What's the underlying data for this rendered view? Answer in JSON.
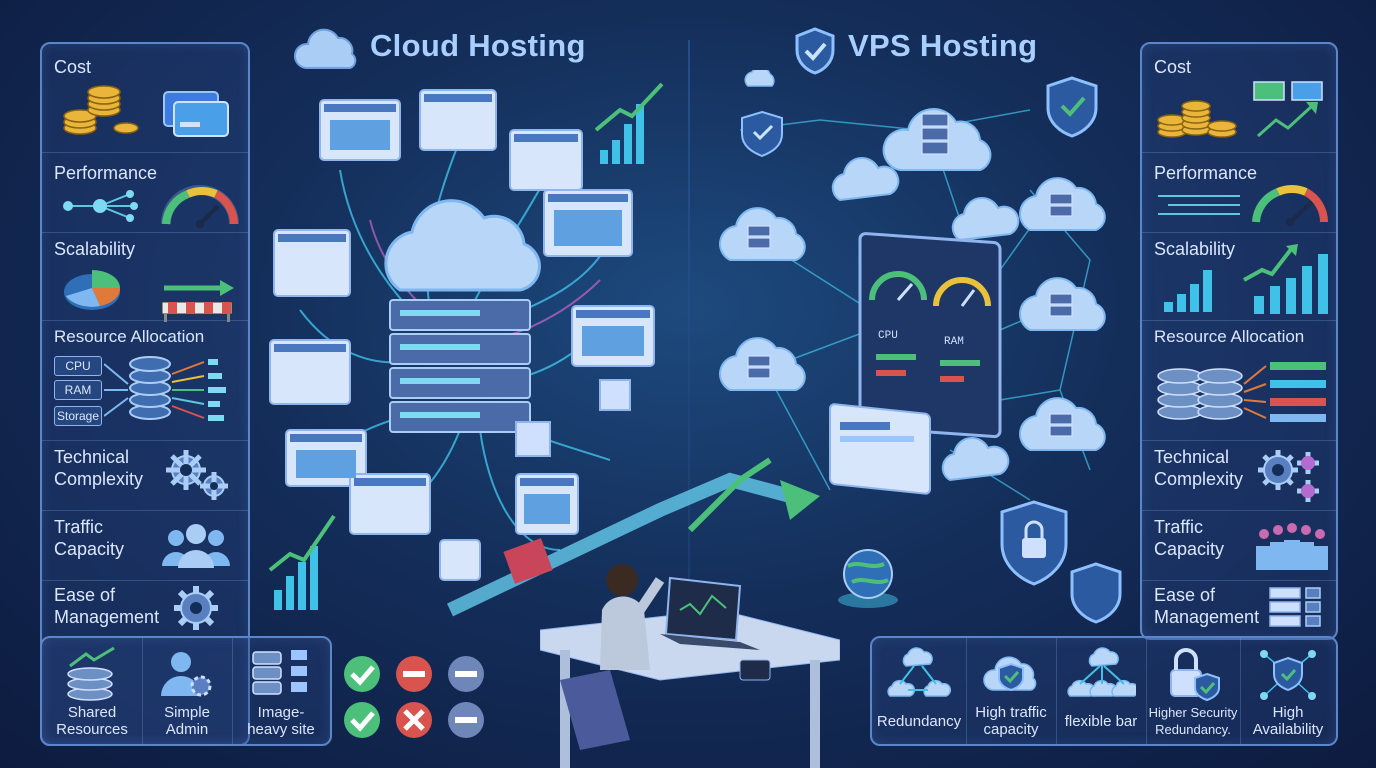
{
  "titles": {
    "cloud": "Cloud Hosting",
    "vps": "VPS Hosting"
  },
  "left_criteria": [
    "Cost",
    "Performance",
    "Scalability",
    "Resource Allocation",
    "Technical\nComplexity",
    "Traffic\nCapacity",
    "Ease of\nManagement"
  ],
  "right_criteria": [
    "Cost",
    "Performance",
    "Scalability",
    "Resource Allocation",
    "Technical\nComplexity",
    "Traffic\nCapacity",
    "Ease of\nManagement"
  ],
  "resource_tags": [
    "CPU",
    "RAM",
    "Storage"
  ],
  "left_features": [
    {
      "label": "Shared\nResources"
    },
    {
      "label": "Simple\nAdmin"
    },
    {
      "label": "Image-\nheavy site"
    }
  ],
  "right_features": [
    {
      "label": "Redundancy"
    },
    {
      "label": "High traffic\ncapacity"
    },
    {
      "label": "flexible bar"
    },
    {
      "label": "Higher Security\nRedundancy."
    },
    {
      "label": "High\nAvailability"
    }
  ],
  "dashboard_labels": [
    "CPU",
    "RAM"
  ],
  "status_marks": [
    [
      "check",
      "minus",
      "minus"
    ],
    [
      "check",
      "cross",
      "minus"
    ]
  ],
  "colors": {
    "accent": "#a8cfff",
    "panel_border": "#5b86c9",
    "green": "#4cc07a",
    "red": "#d9534f",
    "neutral": "#6f86b8"
  }
}
